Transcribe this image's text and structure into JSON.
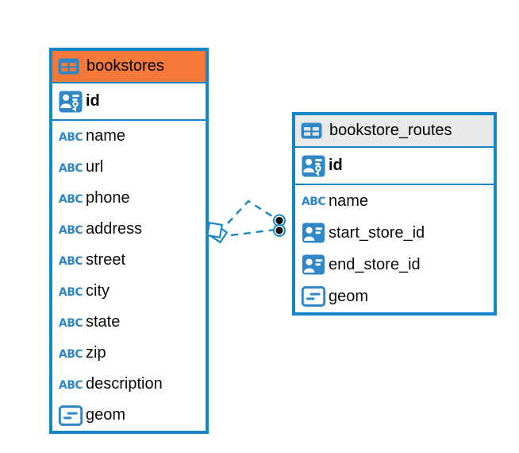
{
  "colors": {
    "table_border_blue": "#1385c8",
    "icon_blue": "#2f87c5",
    "bookstores_header_orange": "#f5793b",
    "routes_header_gray": "#e9e9e9",
    "connector_blue": "#1b86c5",
    "background": "#ffffff",
    "text": "#000000"
  },
  "tables": [
    {
      "name": "bookstores",
      "header_style": "orange",
      "primary_key": {
        "name": "id",
        "type": "primary-key"
      },
      "columns": [
        {
          "name": "name",
          "type": "text"
        },
        {
          "name": "url",
          "type": "text"
        },
        {
          "name": "phone",
          "type": "text"
        },
        {
          "name": "address",
          "type": "text"
        },
        {
          "name": "street",
          "type": "text"
        },
        {
          "name": "city",
          "type": "text"
        },
        {
          "name": "state",
          "type": "text"
        },
        {
          "name": "zip",
          "type": "text"
        },
        {
          "name": "description",
          "type": "text"
        },
        {
          "name": "geom",
          "type": "geometry"
        }
      ]
    },
    {
      "name": "bookstore_routes",
      "header_style": "gray",
      "primary_key": {
        "name": "id",
        "type": "primary-key"
      },
      "columns": [
        {
          "name": "name",
          "type": "text"
        },
        {
          "name": "start_store_id",
          "type": "reference"
        },
        {
          "name": "end_store_id",
          "type": "reference"
        },
        {
          "name": "geom",
          "type": "geometry"
        }
      ]
    }
  ],
  "relation": {
    "from_table": "bookstores",
    "to_table": "bookstore_routes",
    "line_style": "dashed",
    "endpoint_count": 2
  }
}
